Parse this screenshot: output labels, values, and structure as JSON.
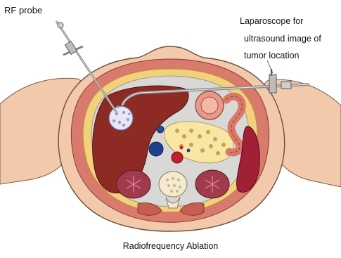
{
  "labels": {
    "rf_probe": "RF probe",
    "laparoscope_lines": [
      "Laparoscope for",
      "ultrasound image of",
      "tumor location"
    ],
    "caption": "Radiofrequency Ablation"
  },
  "colors": {
    "skin": "#f2c9ab",
    "muscle": "#d97b6c",
    "fat": "#f6e27a",
    "liver": "#8e2a24",
    "cavity": "#d8d8d6",
    "kidney": "#a23a4e",
    "tumor": "#e8e8f4",
    "vena_cava": "#1f3f8f",
    "aorta": "#c71d2e",
    "spleen": "#a02035",
    "instrument": "#9a9a9a"
  }
}
